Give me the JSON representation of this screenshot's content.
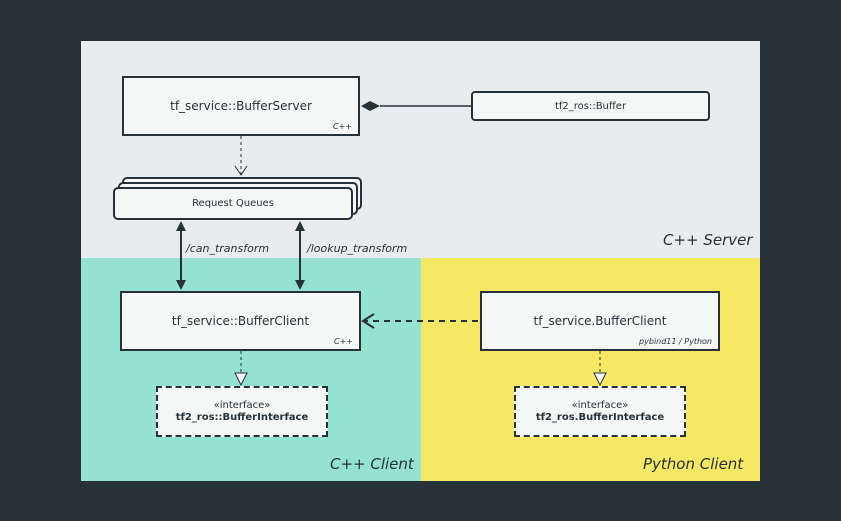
{
  "regions": {
    "server": {
      "label": "C++ Server",
      "color": "#e9ecee"
    },
    "cpp_client": {
      "label": "C++ Client",
      "color": "#94e2cf"
    },
    "python_client": {
      "label": "Python Client",
      "color": "#f6e765"
    }
  },
  "nodes": {
    "buffer_server": {
      "name": "tf_service::BufferServer",
      "tag": "C++"
    },
    "tf2_buffer": {
      "name": "tf2_ros::Buffer"
    },
    "request_queues": {
      "name": "Request Queues"
    },
    "cpp_buffer_client": {
      "name": "tf_service::BufferClient",
      "tag": "C++"
    },
    "py_buffer_client": {
      "name": "tf_service.BufferClient",
      "tag": "pybind11 / Python"
    },
    "cpp_interface": {
      "stereotype": "«interface»",
      "name": "tf2_ros::BufferInterface"
    },
    "py_interface": {
      "stereotype": "«interface»",
      "name": "tf2_ros.BufferInterface"
    }
  },
  "edges": {
    "can_transform": "/can_transform",
    "lookup_transform": "/lookup_transform"
  }
}
